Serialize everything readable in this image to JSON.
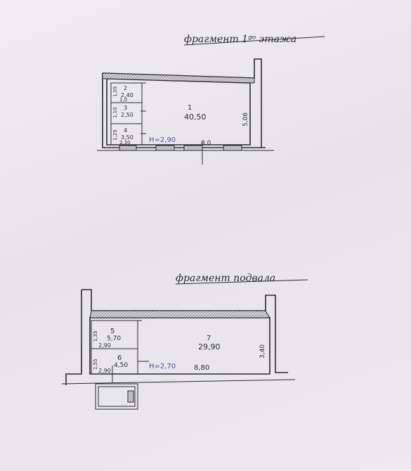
{
  "first_floor": {
    "title": "фрагмент 1ᵍᵒ этажа",
    "rooms": [
      {
        "number": "1",
        "area": "40,50"
      },
      {
        "number": "2",
        "area": "2,40"
      },
      {
        "number": "3",
        "area": "2,50"
      },
      {
        "number": "4",
        "area": "3,50"
      }
    ],
    "dims": {
      "length": "8,0",
      "depth": "5,06",
      "height": "H=2,90",
      "small_widths": [
        "1,05",
        "1,10",
        "1,25"
      ],
      "small_extra": [
        "1,0",
        "2,30"
      ]
    }
  },
  "basement": {
    "title": "фрагмент подвала",
    "rooms": [
      {
        "number": "5",
        "area": "5,70"
      },
      {
        "number": "6",
        "area": "4,50"
      },
      {
        "number": "7",
        "area": "29,90"
      }
    ],
    "dims": {
      "length": "8,80",
      "depth": "3,40",
      "height": "H=2,70",
      "small_widths": [
        "1,35",
        "1,55"
      ],
      "small_lengths": [
        "2,90",
        "2,90"
      ]
    }
  }
}
